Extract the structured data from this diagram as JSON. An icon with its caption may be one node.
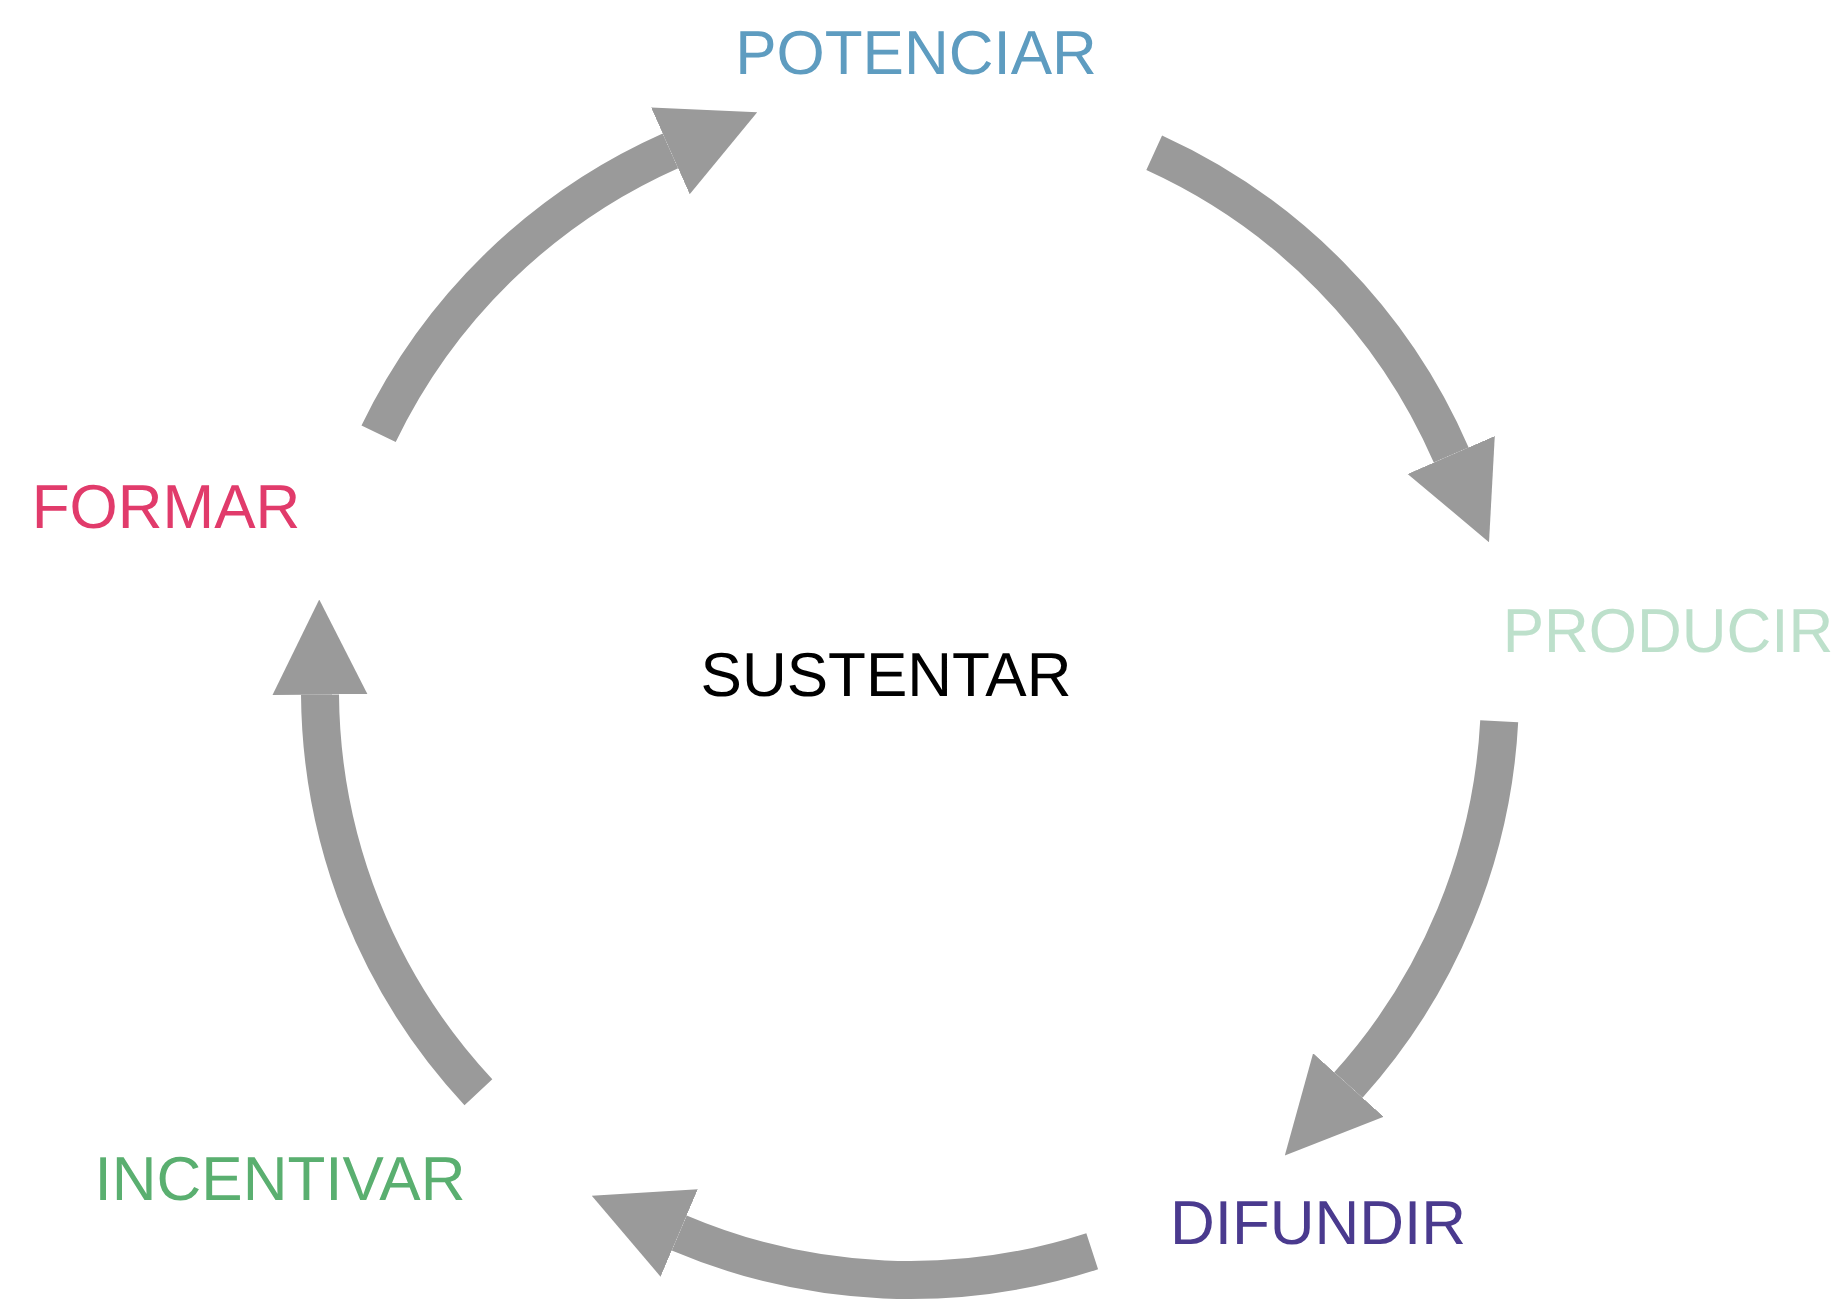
{
  "diagram": {
    "nodes": [
      {
        "text": [
          "POTENCIAR"
        ]
      },
      {
        "text": [
          "PRODUCIR"
        ]
      },
      {
        "text": [
          "DIFUNDIR"
        ]
      },
      {
        "text": [
          "INCENTIVAR"
        ]
      },
      {
        "text": [
          "FORMAR"
        ]
      },
      {
        "text": [
          "SUSTENTAR"
        ]
      }
    ],
    "edges": [
      {
        "from": 0,
        "to": 1,
        "arrow": "to"
      },
      {
        "from": 1,
        "to": 2,
        "arrow": "to"
      },
      {
        "from": 2,
        "to": 3,
        "arrow": "to"
      },
      {
        "from": 3,
        "to": 4,
        "arrow": "to"
      },
      {
        "from": 4,
        "to": 0,
        "arrow": "to"
      }
    ]
  }
}
